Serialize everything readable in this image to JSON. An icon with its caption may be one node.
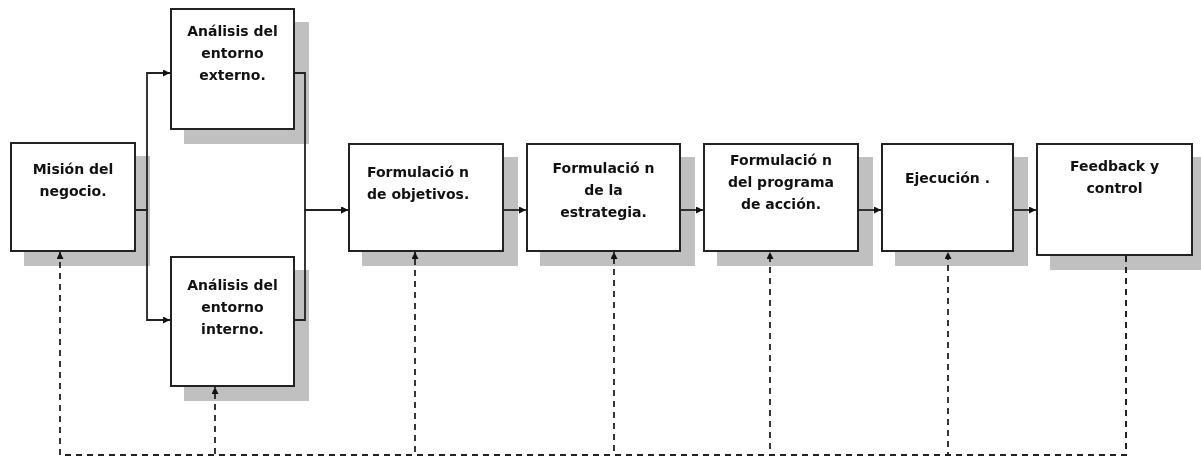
{
  "diagram": {
    "nodes": [
      {
        "text": [
          "Misión del negocio."
        ]
      },
      {
        "text": [
          "Análisis del entorno externo."
        ]
      },
      {
        "text": [
          "Análisis del entorno interno."
        ]
      },
      {
        "text": [
          "Formulació n de objetivos."
        ]
      },
      {
        "text": [
          "Formulació n de la estrategia."
        ]
      },
      {
        "text": [
          "Formulació n del programa de acción."
        ]
      },
      {
        "text": [
          "Ejecución ."
        ]
      },
      {
        "text": [
          "Feedback y control"
        ]
      }
    ],
    "edges": [
      {
        "from": 0,
        "to": 1,
        "arrow": "to"
      },
      {
        "from": 0,
        "to": 2,
        "arrow": "to"
      },
      {
        "from": 1,
        "to": 3,
        "arrow": "to"
      },
      {
        "from": 2,
        "to": 3,
        "arrow": "to"
      },
      {
        "from": 3,
        "to": 4,
        "arrow": "to"
      },
      {
        "from": 4,
        "to": 5,
        "arrow": "to"
      },
      {
        "from": 5,
        "to": 6,
        "arrow": "to"
      },
      {
        "from": 6,
        "to": 7,
        "arrow": "to"
      },
      {
        "from": 7,
        "to": 0,
        "arrow": "to",
        "style": "dashed"
      },
      {
        "from": 7,
        "to": 2,
        "arrow": "to",
        "style": "dashed"
      },
      {
        "from": 7,
        "to": 3,
        "arrow": "to",
        "style": "dashed"
      },
      {
        "from": 7,
        "to": 4,
        "arrow": "to",
        "style": "dashed"
      },
      {
        "from": 7,
        "to": 5,
        "arrow": "to",
        "style": "dashed"
      },
      {
        "from": 7,
        "to": 6,
        "arrow": "to",
        "style": "dashed"
      }
    ]
  }
}
